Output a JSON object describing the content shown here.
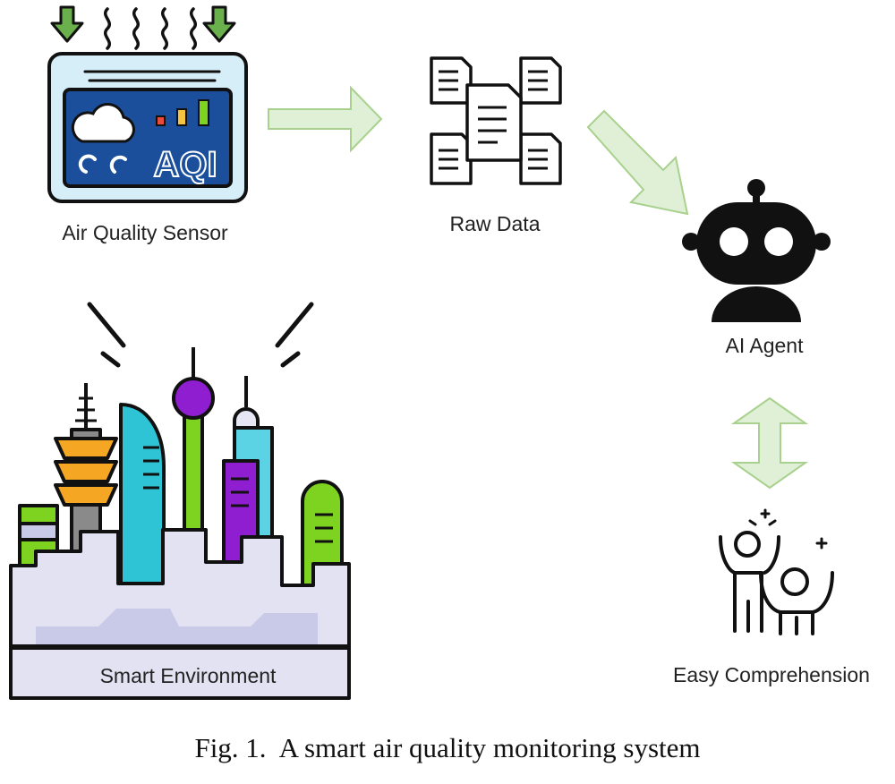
{
  "nodes": {
    "sensor": {
      "label": "Air Quality Sensor",
      "screen_text": "AQI",
      "icon": "air-quality-sensor-icon"
    },
    "raw_data": {
      "label": "Raw Data",
      "icon": "documents-icon"
    },
    "ai_agent": {
      "label": "AI Agent",
      "icon": "robot-head-icon"
    },
    "comprehension": {
      "label": "Easy Comprehension",
      "icon": "happy-people-icon"
    },
    "environment": {
      "label": "Smart Environment",
      "icon": "smart-city-icon"
    }
  },
  "edges": [
    {
      "from": "sensor",
      "to": "raw_data",
      "style": "one-way"
    },
    {
      "from": "raw_data",
      "to": "ai_agent",
      "style": "one-way"
    },
    {
      "from": "ai_agent",
      "to": "comprehension",
      "style": "two-way"
    }
  ],
  "caption": {
    "fig": "Fig. 1.",
    "text": "A smart air quality monitoring system"
  },
  "colors": {
    "arrow_fill": "#dff0d6",
    "arrow_stroke": "#a9d18e",
    "sensor_screen": "#1b4f9c",
    "sensor_frame": "#d6eef8",
    "down_arrow": "#6ab04c",
    "tower_orange": "#f5a623",
    "tower_cyan": "#2ec4d6",
    "tower_purple": "#8e1ecf",
    "tower_green": "#7ed321",
    "city_base": "#c9c9e8"
  }
}
